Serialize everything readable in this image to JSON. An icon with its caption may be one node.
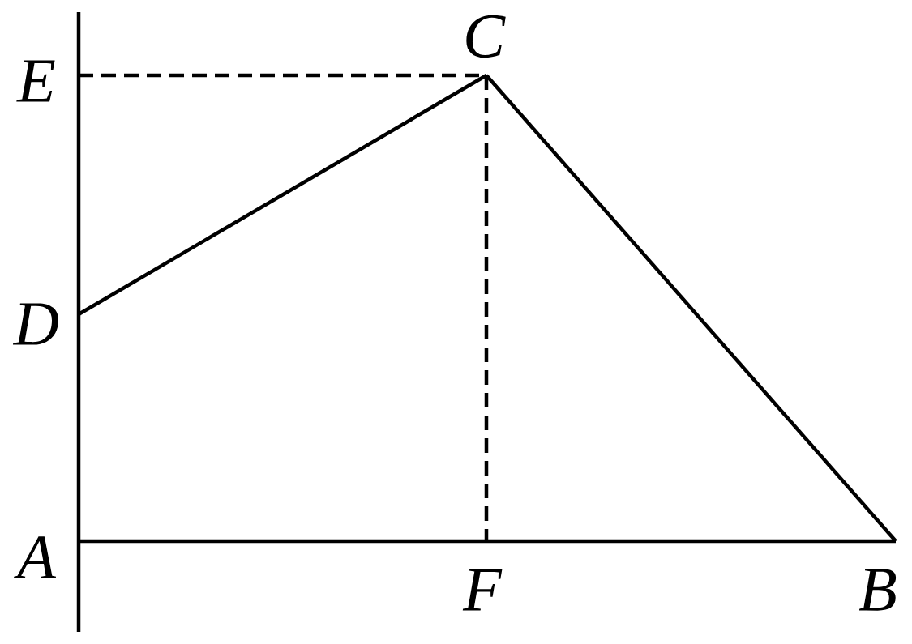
{
  "diagram": {
    "nodes": [
      {
        "text": [
          "A"
        ]
      },
      {
        "text": [
          "B"
        ]
      },
      {
        "text": [
          "C"
        ]
      },
      {
        "text": [
          "D"
        ]
      },
      {
        "text": [
          "E"
        ]
      },
      {
        "text": [
          "F"
        ]
      }
    ],
    "edges": [
      {
        "from": 0,
        "to": 1,
        "arrow": "none"
      },
      {
        "from": 3,
        "to": 2,
        "arrow": "none"
      },
      {
        "from": 2,
        "to": 1,
        "arrow": "none"
      },
      {
        "from": 4,
        "to": 2,
        "arrow": "none",
        "style": "dashed"
      },
      {
        "from": 2,
        "to": 5,
        "arrow": "none",
        "style": "dashed"
      },
      {
        "from": 4,
        "to": 0,
        "arrow": "none"
      }
    ]
  }
}
